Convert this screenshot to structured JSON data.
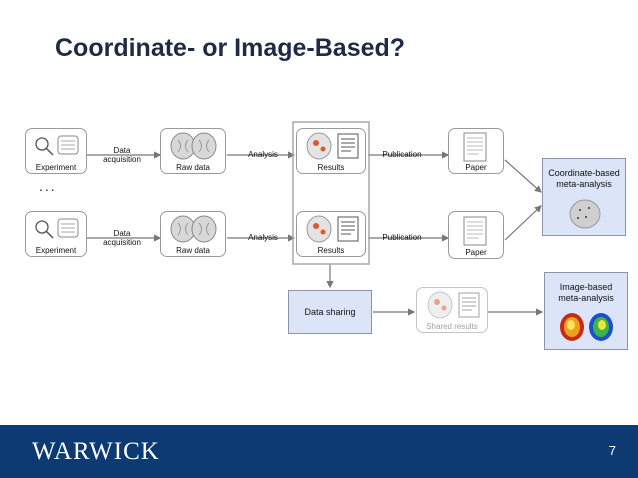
{
  "title": "Coordinate- or Image-Based?",
  "row1": {
    "experiment": "Experiment",
    "data_acquisition": "Data\nacquisition",
    "raw_data": "Raw data",
    "analysis": "Analysis",
    "results": "Results",
    "publication": "Publication",
    "paper": "Paper"
  },
  "row2": {
    "experiment": "Experiment",
    "data_acquisition": "Data\nacquisition",
    "raw_data": "Raw data",
    "analysis": "Analysis",
    "results": "Results",
    "publication": "Publication",
    "paper": "Paper"
  },
  "ellipsis": "...",
  "coordinate_meta": "Coordinate-based\nmeta-analysis",
  "image_meta": "Image-based\nmeta-analysis",
  "data_sharing": "Data sharing",
  "shared_results": "Shared results",
  "footer": {
    "logo": "WARWICK",
    "page_number": "7"
  },
  "colors": {
    "footer_bg": "#0e3a73",
    "blue_box": "#dbe5f7",
    "title": "#1f2a44"
  }
}
